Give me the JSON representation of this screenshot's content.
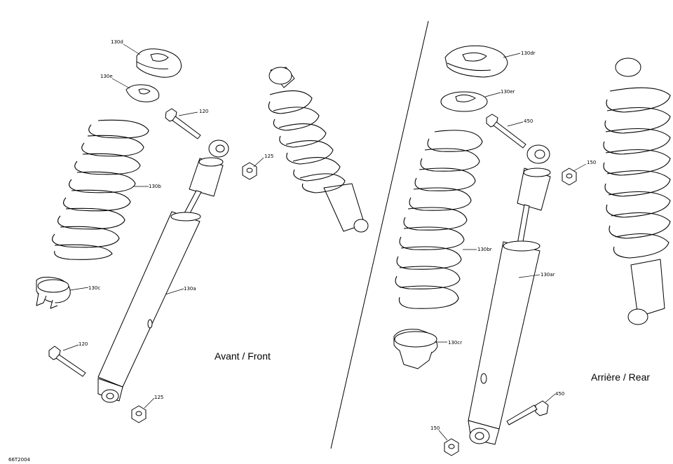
{
  "diagram": {
    "ref_code": "66T2004",
    "front": {
      "title": "Avant / Front",
      "callouts": {
        "upper_cup": "130d",
        "retainer_clip": "130e",
        "upper_bolt": "120",
        "upper_nut": "125",
        "spring": "130b",
        "lower_cup": "130c",
        "shock_body": "130a",
        "lower_bolt": "120",
        "lower_nut": "125"
      }
    },
    "rear": {
      "title": "Arrière / Rear",
      "callouts": {
        "upper_cup": "130dr",
        "retainer_clip": "130er",
        "upper_bolt": "450",
        "upper_nut": "150",
        "spring": "130br",
        "lower_cup": "130cr",
        "shock_body": "130ar",
        "lower_bolt": "450",
        "lower_nut": "150"
      }
    }
  }
}
